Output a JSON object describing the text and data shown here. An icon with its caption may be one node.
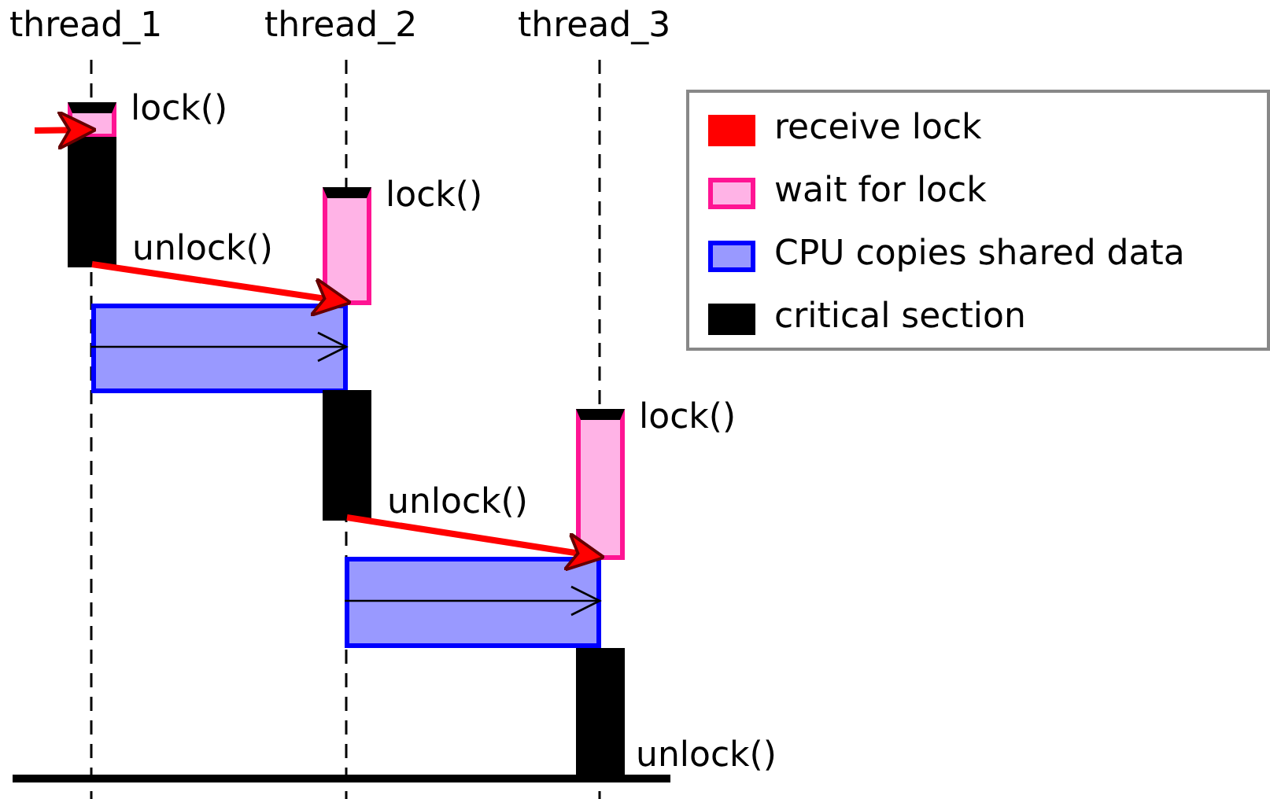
{
  "diagram": {
    "nodes": [
      {
        "text": [],
        "shape": "box",
        "beside": [
          "lock()"
        ]
      },
      {
        "text": [],
        "shape": "bar",
        "beside": [
          "unlock()"
        ]
      },
      {
        "text": [],
        "shape": "box",
        "beside": [
          "lock()"
        ]
      },
      {
        "text": [],
        "shape": "box"
      },
      {
        "text": [],
        "shape": "bar",
        "beside": [
          "unlock()"
        ]
      },
      {
        "text": [],
        "shape": "box",
        "beside": [
          "lock()"
        ]
      },
      {
        "text": [],
        "shape": "box"
      },
      {
        "text": [],
        "shape": "bar",
        "beside": [
          "unlock()"
        ]
      }
    ],
    "edges": [
      {
        "from": null,
        "to": 0,
        "arrow": "to",
        "color": "#ff0000"
      },
      {
        "from": 1,
        "to": 2,
        "arrow": "to",
        "color": "#ff0000"
      },
      {
        "from": 4,
        "to": 5,
        "arrow": "to",
        "color": "#ff0000"
      }
    ],
    "labels": [
      "thread_1",
      "thread_2",
      "thread_3"
    ],
    "legend": [
      {
        "text": "receive lock",
        "color": "#ff0000"
      },
      {
        "text": "wait for lock",
        "color": "#ffb3e6"
      },
      {
        "text": "CPU copies shared data",
        "color": "#9999ff"
      },
      {
        "text": "critical section",
        "color": "#000000"
      }
    ]
  }
}
